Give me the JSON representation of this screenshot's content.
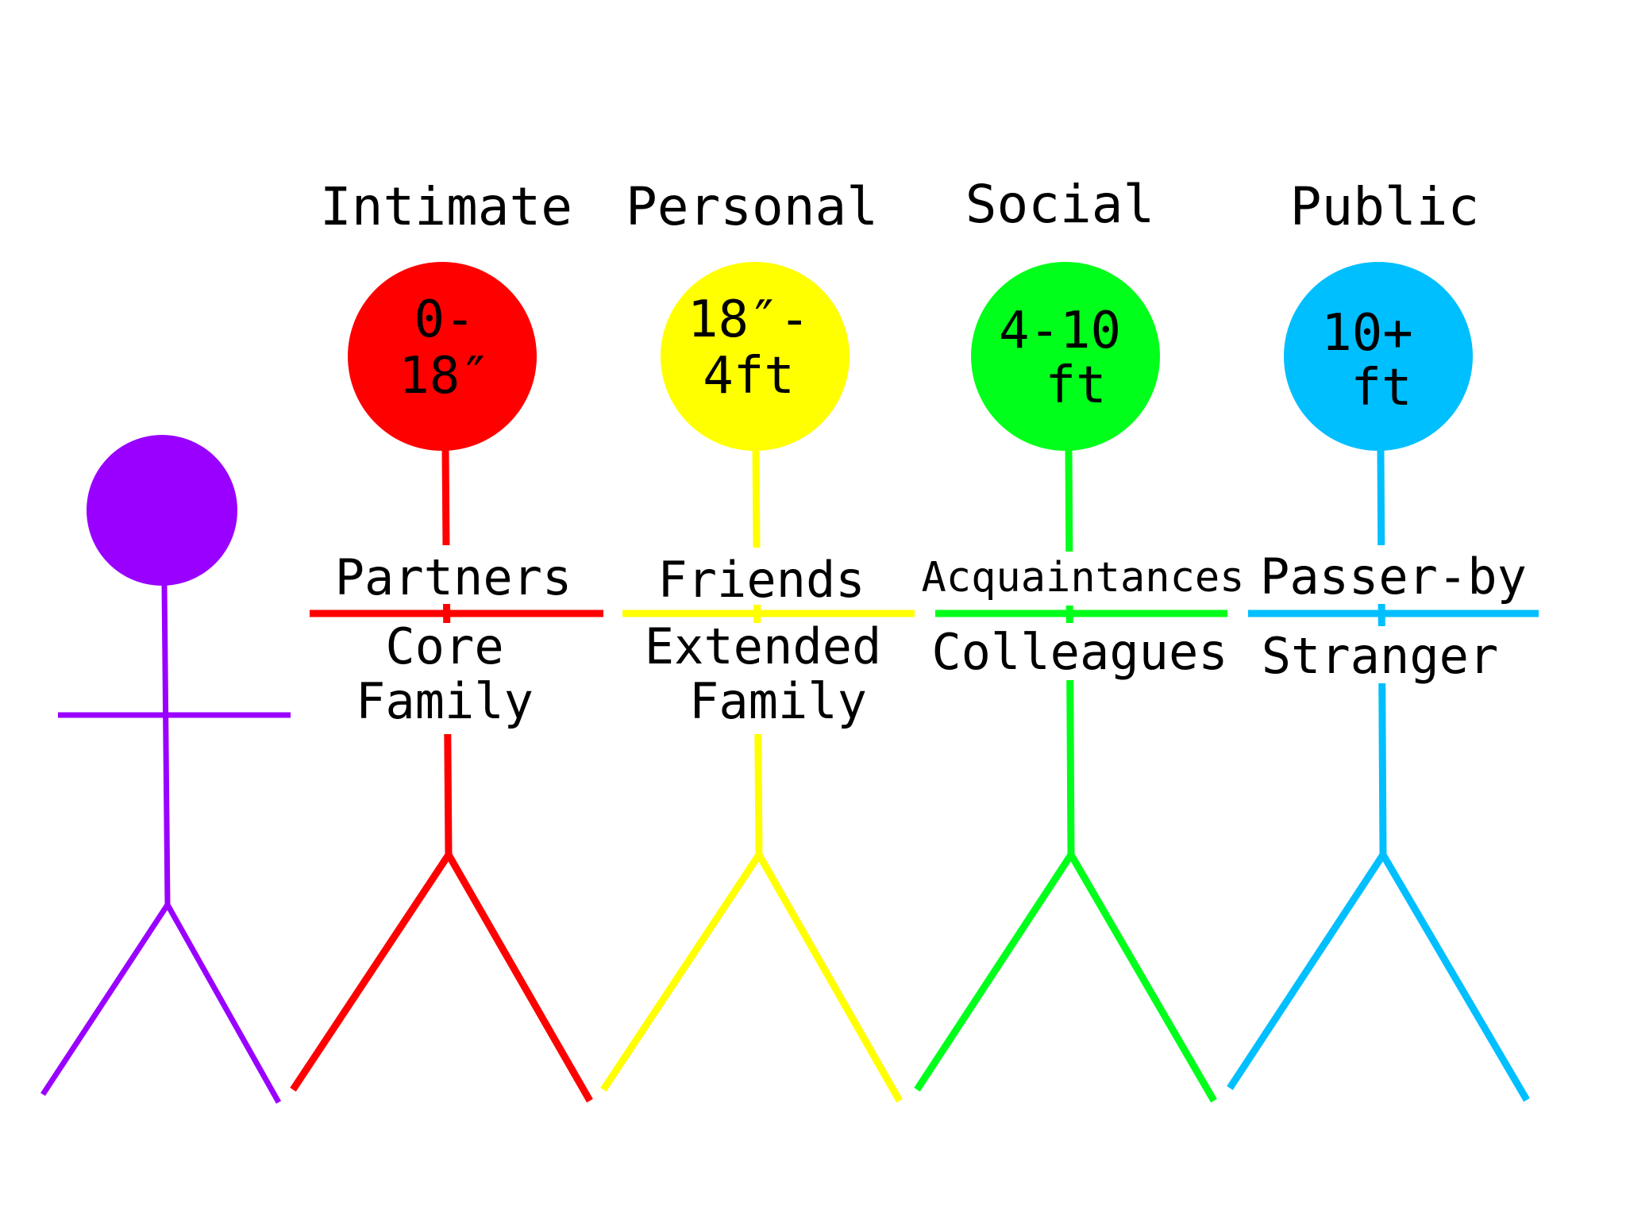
{
  "self_color": "#9900ff",
  "zones": [
    {
      "title": "Intimate",
      "distance_lines": [
        "0-",
        "18″"
      ],
      "above_arms": "Partners",
      "below_arms": [
        "Core",
        "Family"
      ],
      "color": "#ff0000"
    },
    {
      "title": "Personal",
      "distance_lines": [
        "18″-",
        "4ft"
      ],
      "above_arms": "Friends",
      "below_arms": [
        "Extended",
        "Family"
      ],
      "color": "#ffff00"
    },
    {
      "title": "Social",
      "distance_lines": [
        "4-10",
        "ft"
      ],
      "above_arms": "Acquaintances",
      "below_arms": [
        "Colleagues"
      ],
      "color": "#00ff1a"
    },
    {
      "title": "Public",
      "distance_lines": [
        "10+",
        "ft"
      ],
      "above_arms": "Passer-by",
      "below_arms": [
        "Stranger"
      ],
      "color": "#00bfff"
    }
  ]
}
